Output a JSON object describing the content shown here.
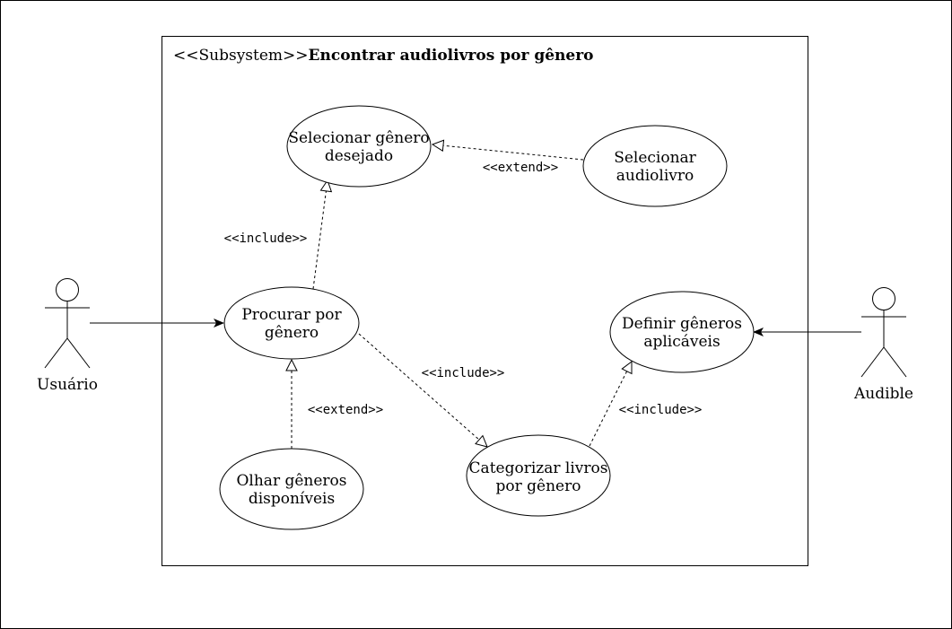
{
  "subsystem": {
    "stereotype": "<<Subsystem>>",
    "name": "Encontrar audiolivros por gênero"
  },
  "actors": [
    {
      "id": "usuario",
      "label": "Usuário"
    },
    {
      "id": "audible",
      "label": "Audible"
    }
  ],
  "use_cases": [
    {
      "id": "selecionar-genero",
      "lines": [
        "Selecionar gênero",
        "desejado"
      ]
    },
    {
      "id": "selecionar-audiolivro",
      "lines": [
        "Selecionar",
        "audiolivro"
      ]
    },
    {
      "id": "procurar-genero",
      "lines": [
        "Procurar por",
        "gênero"
      ]
    },
    {
      "id": "definir-generos",
      "lines": [
        "Definir gêneros",
        "aplicáveis"
      ]
    },
    {
      "id": "olhar-generos",
      "lines": [
        "Olhar gêneros",
        "disponíveis"
      ]
    },
    {
      "id": "categorizar-livros",
      "lines": [
        "Categorizar livros",
        "por gênero"
      ]
    }
  ],
  "relationships": [
    {
      "id": "extend-audiolivro-genero",
      "type": "extend",
      "label": "<<extend>>"
    },
    {
      "id": "include-procurar-selecionar",
      "type": "include",
      "label": "<<include>>"
    },
    {
      "id": "include-procurar-categorizar",
      "type": "include",
      "label": "<<include>>"
    },
    {
      "id": "extend-olhar-procurar",
      "type": "extend",
      "label": "<<extend>>"
    },
    {
      "id": "include-categorizar-definir",
      "type": "include",
      "label": "<<include>>"
    },
    {
      "id": "assoc-usuario-procurar",
      "type": "association",
      "label": ""
    },
    {
      "id": "assoc-audible-definir",
      "type": "association",
      "label": ""
    }
  ]
}
